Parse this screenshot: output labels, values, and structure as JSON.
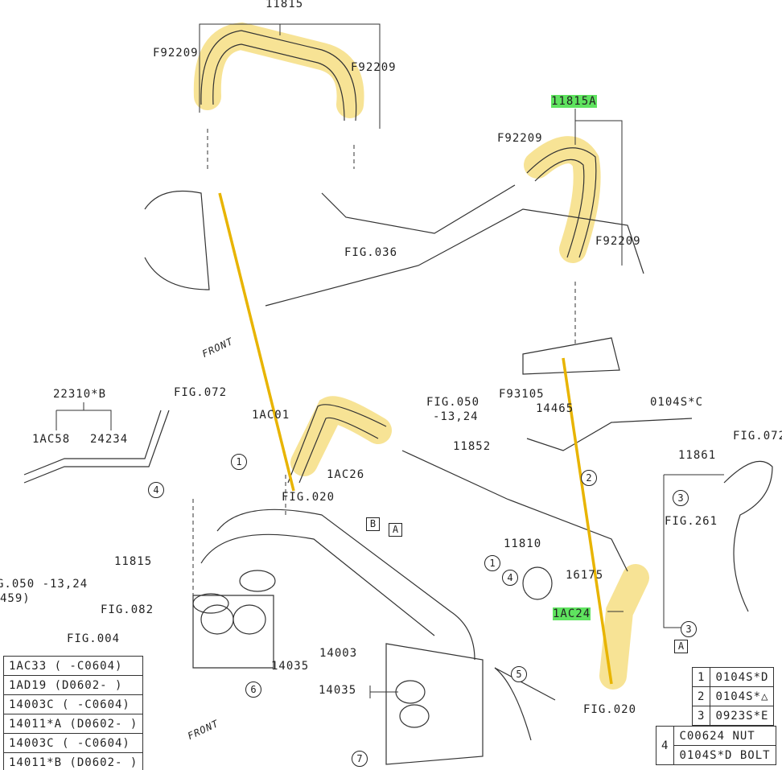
{
  "labels": {
    "p11815_top": "11815",
    "f1": "F92209",
    "f2": "F92209",
    "p11815A": "11815A",
    "f3": "F92209",
    "f4": "F92209",
    "fig036": "FIG.036",
    "front1": "FRONT",
    "p22310": "22310*B",
    "fig072a": "FIG.072",
    "p1AC58": "1AC58",
    "p24234": "24234",
    "p1AC01": "1AC01",
    "fig050": "FIG.050",
    "fig050b": "-13,24",
    "f93105": "F93105",
    "p14465": "14465",
    "p0104SC": "0104S*C",
    "fig072b": "FIG.072",
    "p11852": "11852",
    "p11861": "11861",
    "p1AC26": "1AC26",
    "fig020a": "FIG.020",
    "fig261": "FIG.261",
    "p11810": "11810",
    "p11815b": "11815",
    "fig050c": "G.050 -13,24",
    "p459": "459)",
    "fig082": "FIG.082",
    "p16175": "16175",
    "p1AC24": "1AC24",
    "fig004": "FIG.004",
    "p14003": "14003",
    "p14035a": "14035",
    "p14035b": "14035",
    "fig020b": "FIG.020",
    "front2": "FRONT",
    "boxA1": "A",
    "boxB": "B",
    "boxA2": "A"
  },
  "callouts": [
    "1",
    "2",
    "3",
    "4",
    "5",
    "6",
    "7"
  ],
  "left_table": [
    "1AC33 ( -C0604)",
    "1AD19 (D0602- )",
    "14003C ( -C0604)",
    "14011*A (D0602- )",
    "14003C ( -C0604)",
    "14011*B (D0602- )"
  ],
  "right_table": [
    {
      "num": "1",
      "part": "0104S*D"
    },
    {
      "num": "2",
      "part": "0104S*△"
    },
    {
      "num": "3",
      "part": "0923S*E"
    }
  ],
  "right_table4": {
    "num": "4",
    "rows": [
      "C00624  NUT",
      "0104S*D BOLT"
    ]
  }
}
